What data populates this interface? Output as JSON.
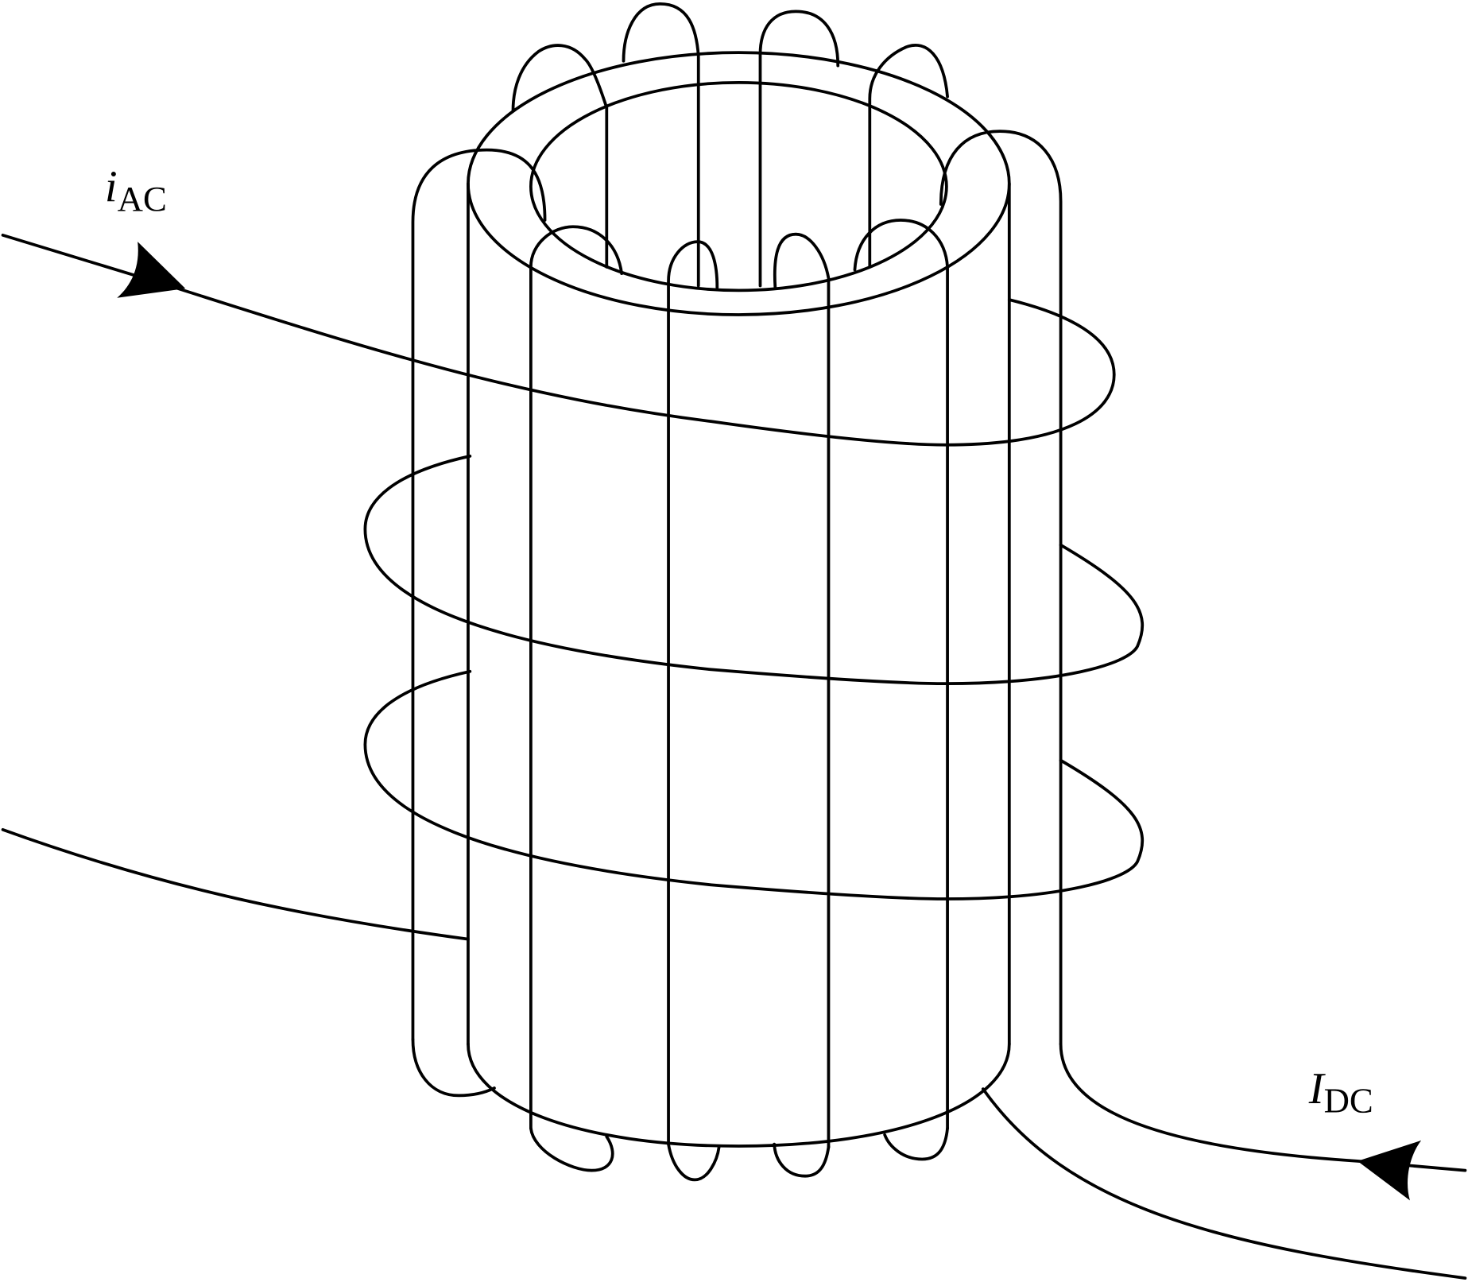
{
  "labels": {
    "ac_current": {
      "symbol": "i",
      "subscript": "AC"
    },
    "dc_current": {
      "symbol": "I",
      "subscript": "DC"
    }
  },
  "colors": {
    "stroke": "#000000",
    "background": "#ffffff"
  }
}
